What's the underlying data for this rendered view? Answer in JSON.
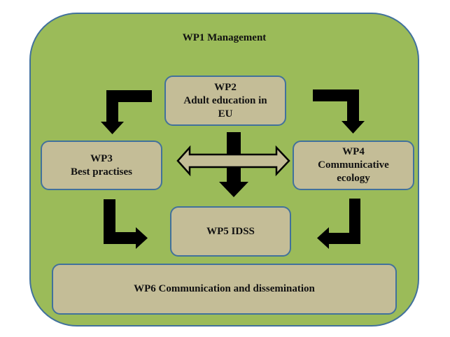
{
  "diagram": {
    "container": {
      "label": "WP1 Management",
      "fill": "#9bbb59",
      "stroke": "#41719c"
    },
    "box_style": {
      "fill": "#c4bd97",
      "stroke": "#41719c"
    },
    "arrow_color": "#000000",
    "nodes": [
      {
        "id": "wp2",
        "lines": [
          "WP2",
          "Adult education in",
          "EU"
        ]
      },
      {
        "id": "wp3",
        "lines": [
          "WP3",
          "Best practises"
        ]
      },
      {
        "id": "wp4",
        "lines": [
          "WP4",
          "Communicative",
          "ecology"
        ]
      },
      {
        "id": "wp5",
        "lines": [
          "WP5 IDSS"
        ]
      },
      {
        "id": "wp6",
        "lines": [
          "WP6 Communication and dissemination"
        ]
      }
    ],
    "edges": [
      {
        "from": "wp2",
        "to": "wp3",
        "type": "elbow-arrow"
      },
      {
        "from": "wp2",
        "to": "wp4",
        "type": "elbow-arrow"
      },
      {
        "from": "wp2",
        "to": "wp5",
        "type": "arrow"
      },
      {
        "from": "wp3",
        "to": "wp4",
        "type": "double-arrow"
      },
      {
        "from": "wp3",
        "to": "wp5",
        "type": "elbow-arrow"
      },
      {
        "from": "wp4",
        "to": "wp5",
        "type": "elbow-arrow"
      }
    ]
  }
}
